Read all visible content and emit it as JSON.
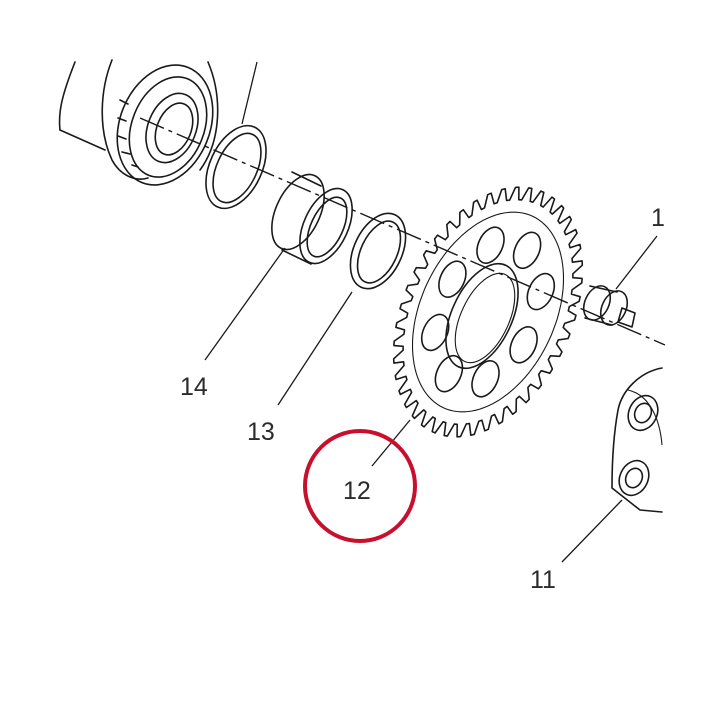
{
  "callouts": [
    {
      "id": "callout-14",
      "label": "14"
    },
    {
      "id": "callout-13",
      "label": "13"
    },
    {
      "id": "callout-12",
      "label": "12"
    },
    {
      "id": "callout-11",
      "label": "11"
    },
    {
      "id": "callout-top-right",
      "label": "1"
    }
  ],
  "colors": {
    "line": "#1a1a1a",
    "highlight": "#c8102e",
    "text": "#2b2b2b"
  }
}
